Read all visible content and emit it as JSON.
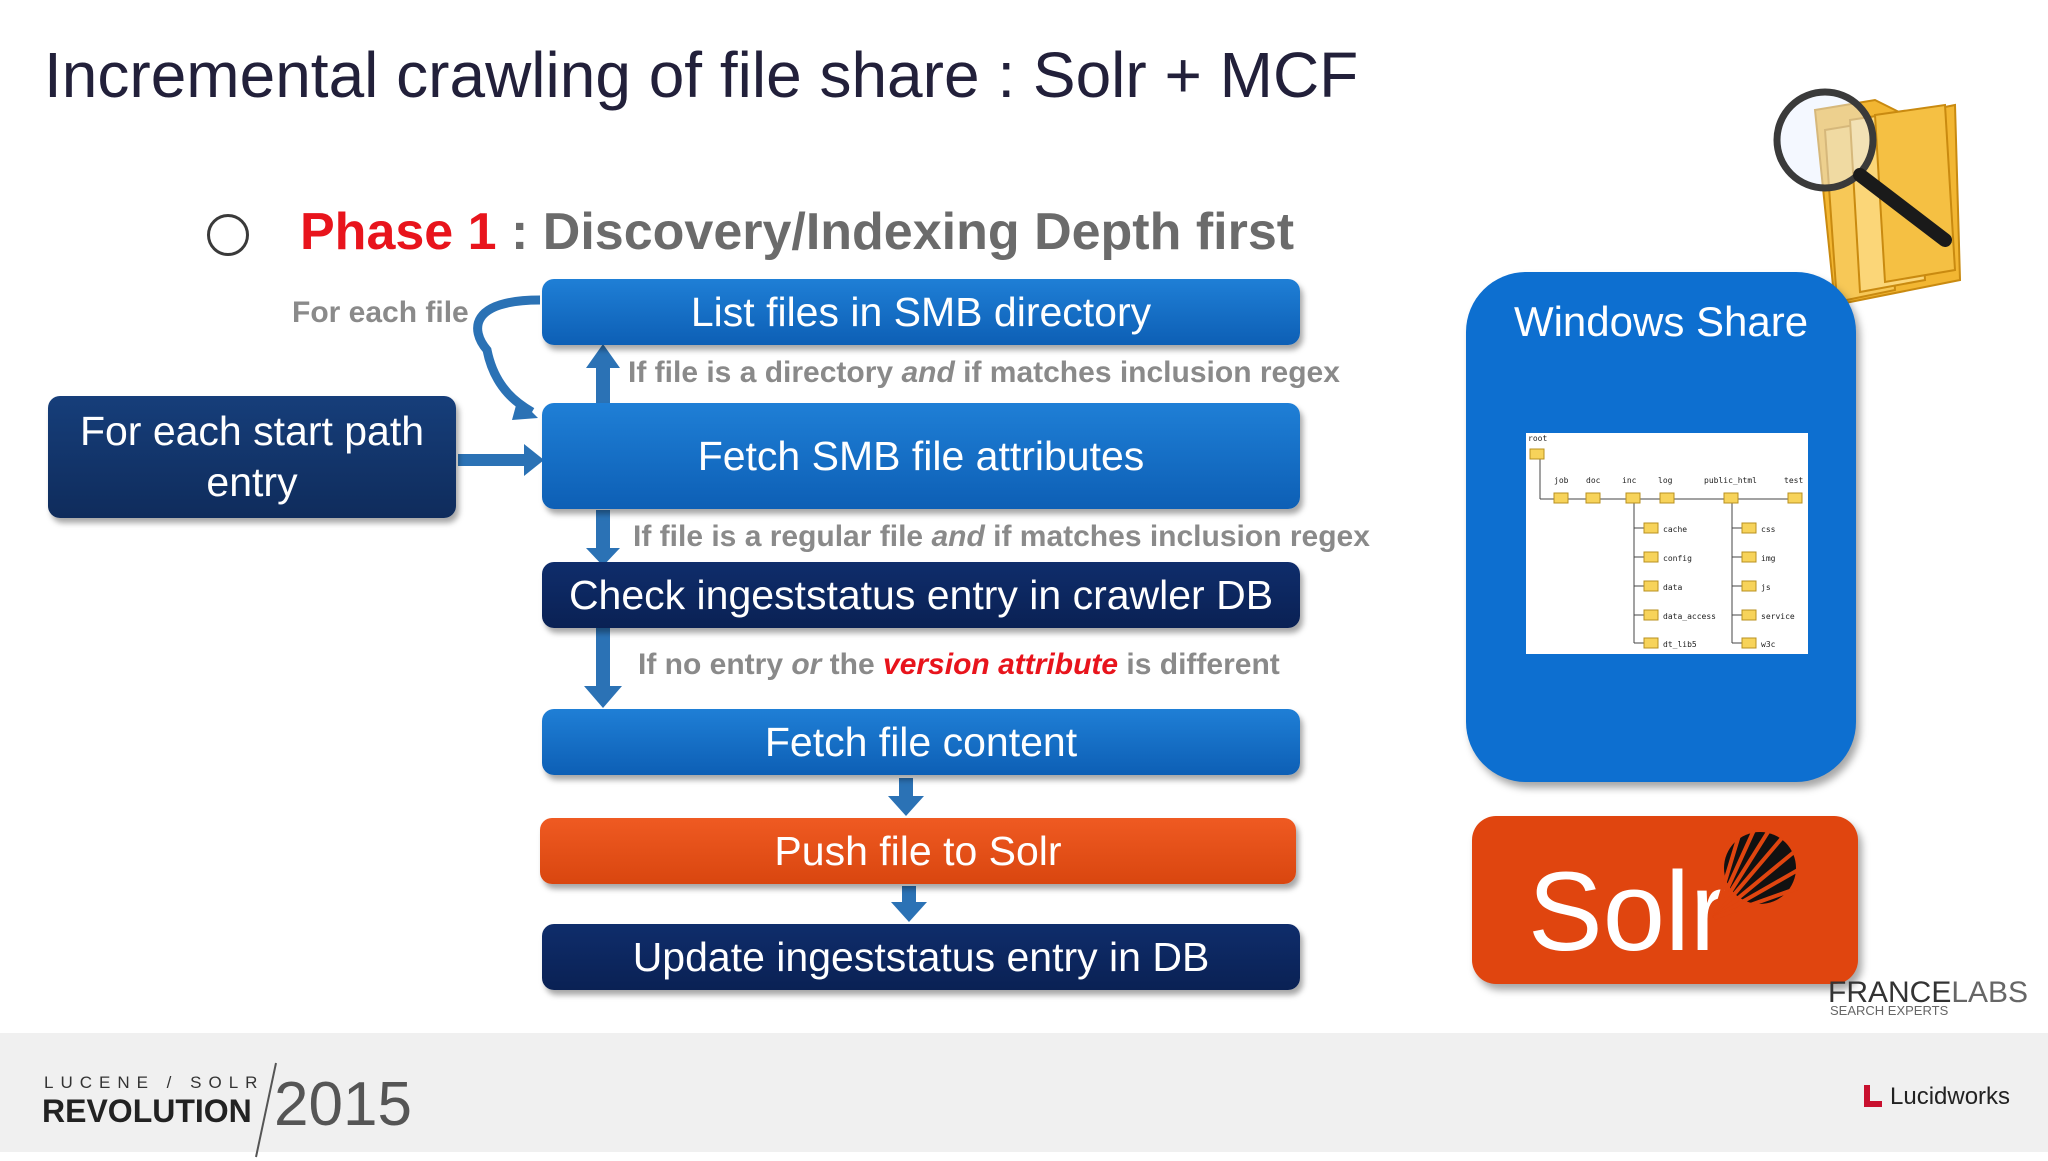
{
  "title": "Incremental crawling of file share : Solr + MCF",
  "phase": {
    "label": "Phase 1",
    "rest": " : Discovery/Indexing Depth first"
  },
  "loop_label": "For each file",
  "start_box": {
    "line1": "For each start path",
    "line2": "entry"
  },
  "steps": {
    "list": "List files in SMB directory",
    "fetch_attrs": "Fetch SMB file attributes",
    "check": "Check ingeststatus entry in crawler DB",
    "fetch_content": "Fetch file content",
    "push": "Push file to Solr",
    "update": "Update ingeststatus entry in DB"
  },
  "notes": {
    "dir": {
      "a": "If file is a directory ",
      "b": "and",
      "c": " if matches inclusion regex"
    },
    "regular": {
      "a": "If file is a regular file ",
      "b": "and",
      "c": " if matches inclusion regex"
    },
    "version": {
      "a": "If no entry ",
      "b": "or",
      "c": " the ",
      "d": "version attribute",
      "e": " is different"
    }
  },
  "windows_share": {
    "title": "Windows Share",
    "tree": {
      "root": "root",
      "top": [
        "job",
        "doc",
        "inc",
        "log",
        "public_html",
        "test"
      ],
      "log_children": [
        "cache",
        "config",
        "data",
        "data_access",
        "dt_lib5"
      ],
      "public_children": [
        "css",
        "img",
        "js",
        "service",
        "w3c"
      ]
    }
  },
  "solr_logo_text": "Solr",
  "francelabs": {
    "name_a": "FRANCE",
    "name_b": "LABS",
    "tagline": "SEARCH EXPERTS"
  },
  "footer": {
    "conf_top": "LUCENE / SOLR",
    "conf_name": "REVOLUTION",
    "year": "2015",
    "sponsor": "Lucidworks"
  },
  "colors": {
    "blue": "#1470cc",
    "navy": "#0f2c5c",
    "orange": "#e0450f",
    "red": "#e8141c",
    "gray_text": "#8a8a8a"
  },
  "icons": [
    "folder-magnifier-icon",
    "solr-sunburst-icon",
    "lucidworks-icon",
    "folder-icon"
  ]
}
